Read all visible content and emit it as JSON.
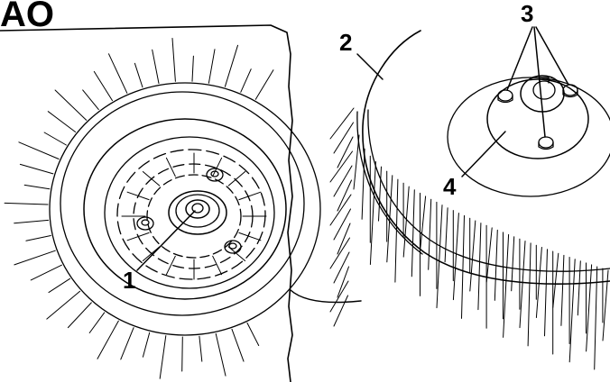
{
  "page": {
    "fragment_text": "AO"
  },
  "callouts": {
    "c1": "1",
    "c2": "2",
    "c3": "3",
    "c4": "4"
  }
}
